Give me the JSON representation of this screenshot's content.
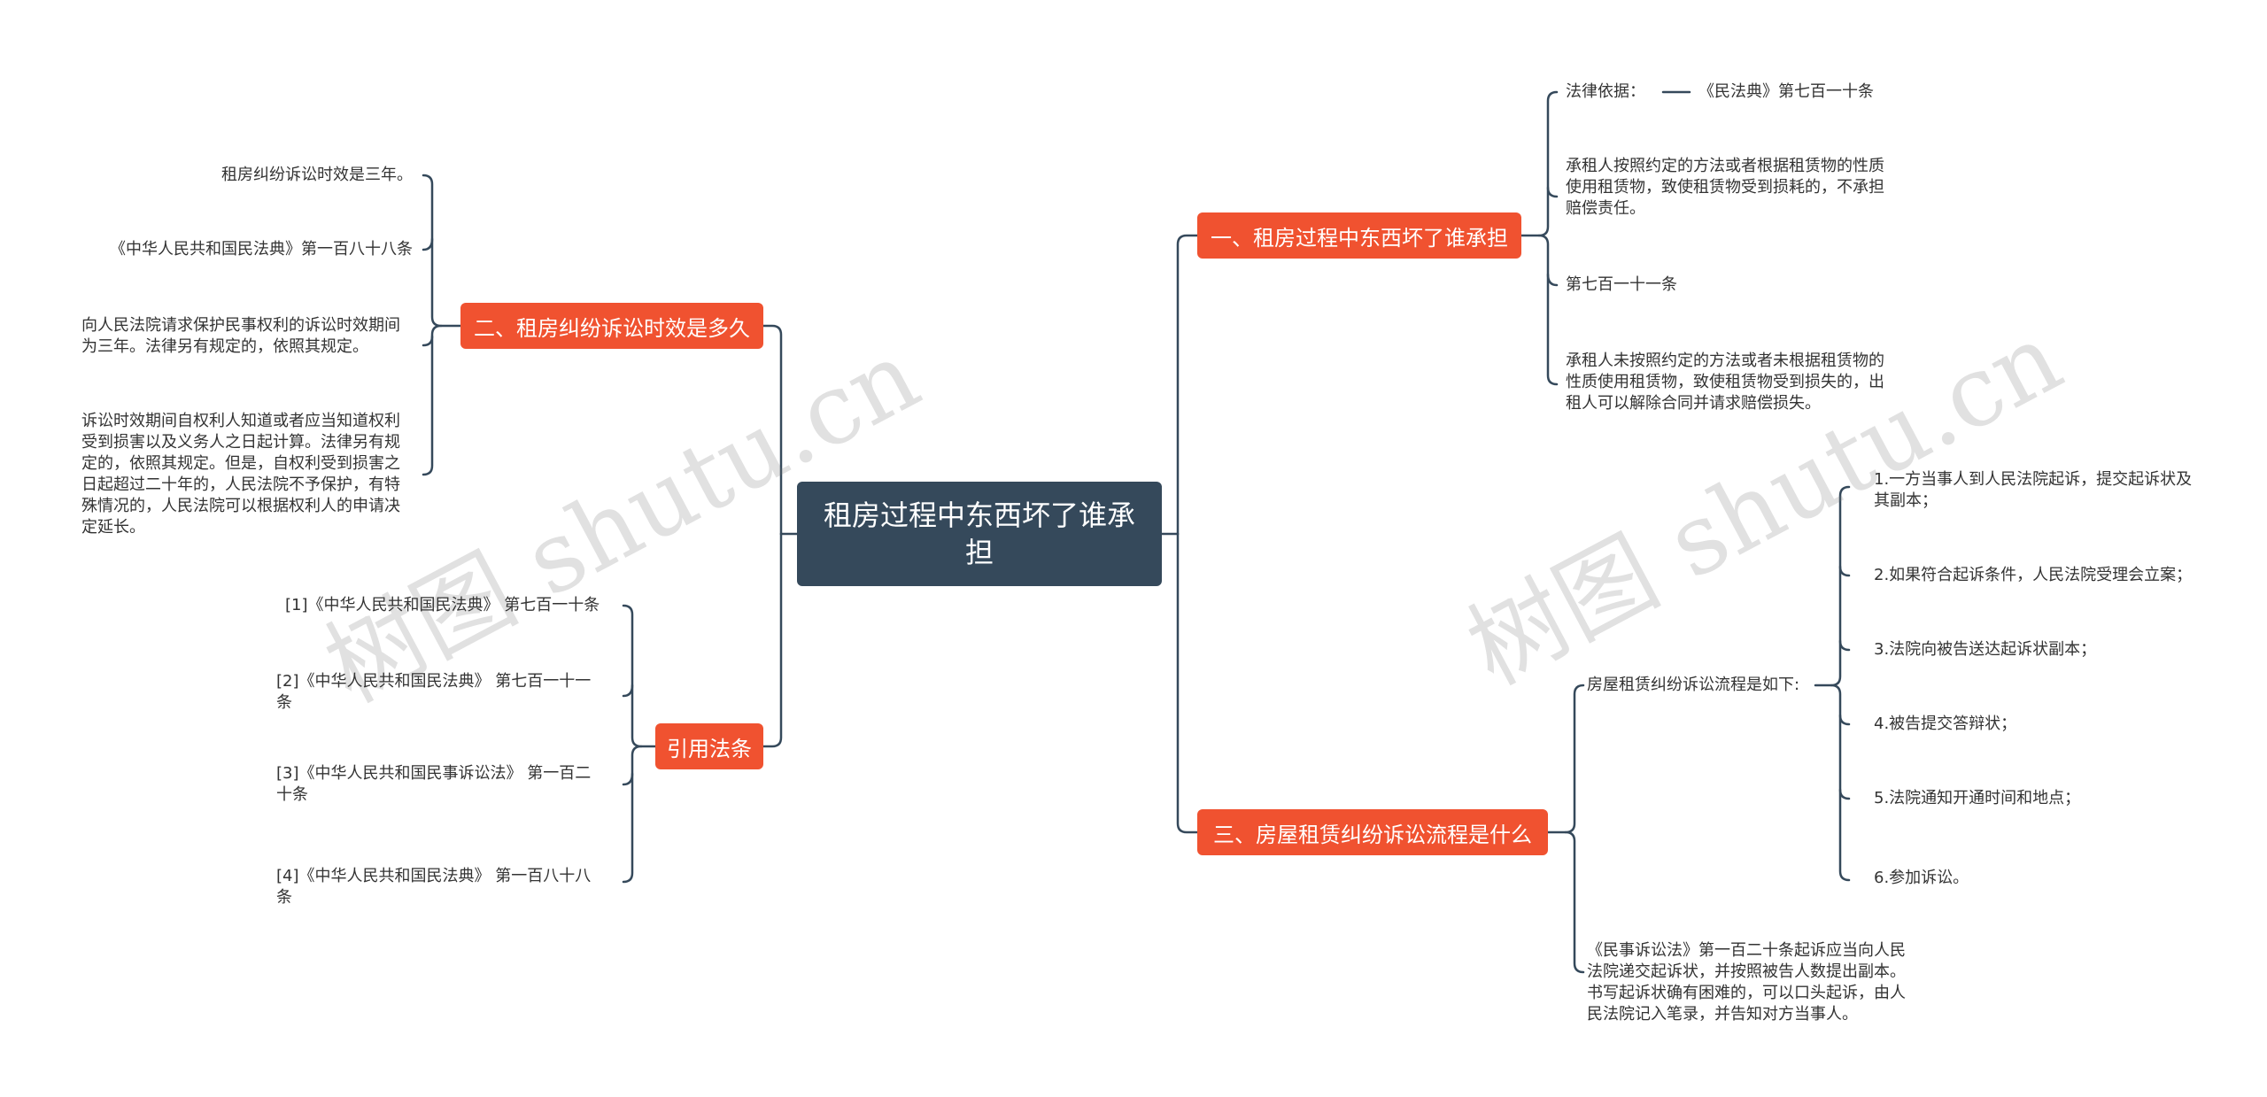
{
  "root": {
    "title": "租房过程中东西坏了谁承担"
  },
  "branches": {
    "b1": {
      "label": "一、租房过程中东西坏了谁承担"
    },
    "b2": {
      "label": "二、租房纠纷诉讼时效是多久"
    },
    "b3": {
      "label": "三、房屋租赁纠纷诉讼流程是什么"
    },
    "b4": {
      "label": "引用法条"
    }
  },
  "b1_leaves": {
    "legal_basis_label": "法律依据：",
    "legal_basis_value": "《民法典》第七百一十条",
    "item1": "承租人按照约定的方法或者根据租赁物的性质\n使用租赁物，致使租赁物受到损耗的，不承担\n赔偿责任。",
    "item2": "第七百一十一条",
    "item3": "承租人未按照约定的方法或者未根据租赁物的\n性质使用租赁物，致使租赁物受到损失的，出\n租人可以解除合同并请求赔偿损失。"
  },
  "b2_leaves": {
    "item1": "租房纠纷诉讼时效是三年。",
    "item2": "《中华人民共和国民法典》第一百八十八条",
    "item3": "向人民法院请求保护民事权利的诉讼时效期间\n为三年。法律另有规定的，依照其规定。",
    "item4": "诉讼时效期间自权利人知道或者应当知道权利\n受到损害以及义务人之日起计算。法律另有规\n定的，依照其规定。但是，自权利受到损害之\n日起超过二十年的，人民法院不予保护，有特\n殊情况的，人民法院可以根据权利人的申请决\n定延长。"
  },
  "b3_leaves": {
    "process_label": "房屋租赁纠纷诉讼流程是如下:",
    "steps": [
      "1.一方当事人到人民法院起诉，提交起诉状及\n其副本；",
      "2.如果符合起诉条件，人民法院受理会立案；",
      "3.法院向被告送达起诉状副本；",
      "4.被告提交答辩状；",
      "5.法院通知开通时间和地点；",
      "6.参加诉讼。"
    ],
    "note": "《民事诉讼法》第一百二十条起诉应当向人民\n法院递交起诉状，并按照被告人数提出副本。\n书写起诉状确有困难的，可以口头起诉，由人\n民法院记入笔录，并告知对方当事人。"
  },
  "b4_leaves": {
    "items": [
      "[1]《中华人民共和国民法典》 第七百一十条",
      "[2]《中华人民共和国民法典》 第七百一十一\n条",
      "[3]《中华人民共和国民事诉讼法》 第一百二\n十条",
      "[4]《中华人民共和国民法典》 第一百八十八\n条"
    ]
  },
  "watermark": {
    "text": "树图 shutu.cn"
  },
  "colors": {
    "root": "#35495b",
    "branch": "#f05230",
    "line": "#35495b",
    "text": "#333333"
  }
}
